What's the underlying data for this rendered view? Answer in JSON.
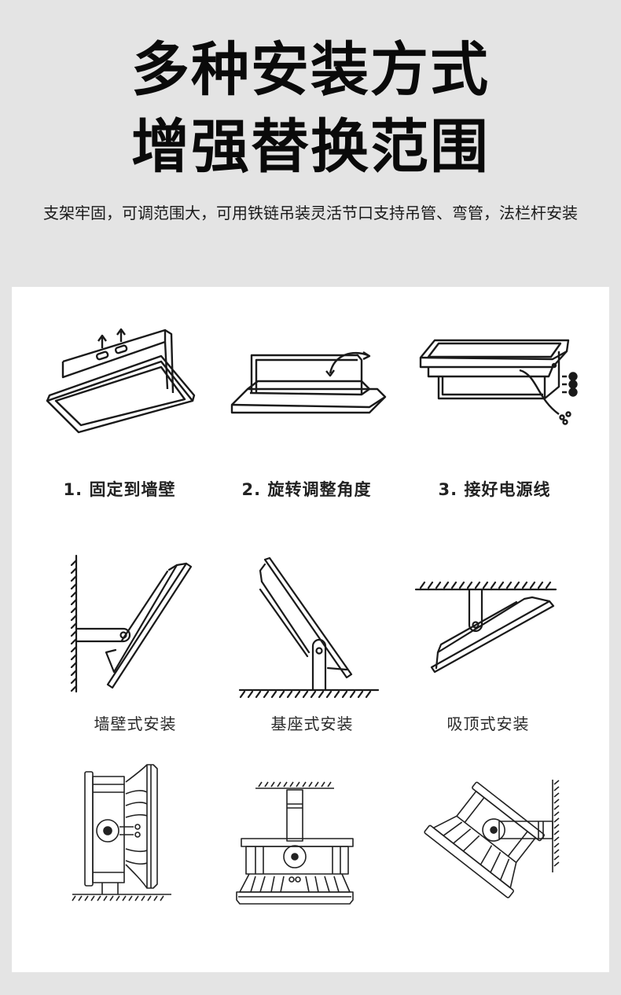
{
  "header": {
    "title_line1": "多种安装方式",
    "title_line2": "增强替换范围",
    "description": "支架牢固，可调范围大，可用铁链吊装灵活节口支持吊管、弯管，法栏杆安装"
  },
  "steps": [
    {
      "label": "1. 固定到墙壁",
      "icon": "wall-fixing-diagram-icon"
    },
    {
      "label": "2. 旋转调整角度",
      "icon": "rotate-angle-diagram-icon"
    },
    {
      "label": "3. 接好电源线",
      "icon": "power-wiring-diagram-icon"
    }
  ],
  "mounting_methods": [
    {
      "label": "墙壁式安装",
      "icon": "wall-mount-diagram-icon"
    },
    {
      "label": "基座式安装",
      "icon": "base-mount-diagram-icon"
    },
    {
      "label": "吸顶式安装",
      "icon": "ceiling-mount-diagram-icon"
    }
  ],
  "bottom_diagrams": [
    {
      "icon": "floor-stand-lamp-diagram-icon"
    },
    {
      "icon": "pendant-pipe-lamp-diagram-icon"
    },
    {
      "icon": "wall-arm-lamp-diagram-icon"
    }
  ],
  "colors": {
    "background": "#e4e4e4",
    "panel": "#ffffff",
    "text": "#0a0a0a",
    "line": "#1a1a1a"
  }
}
